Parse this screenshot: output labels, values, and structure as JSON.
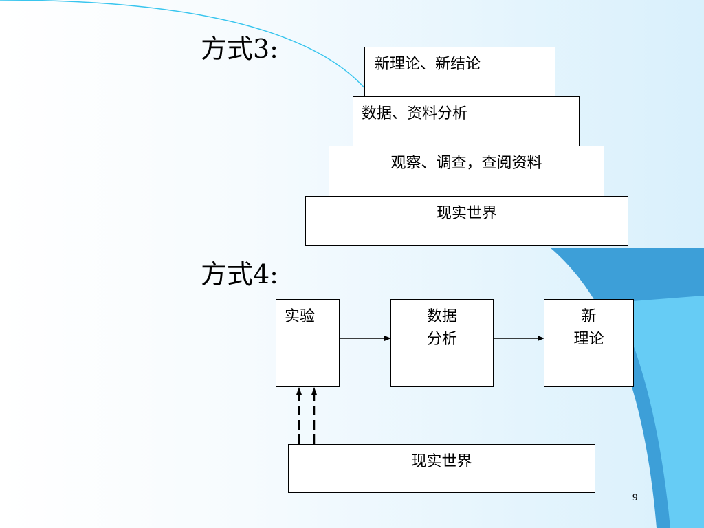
{
  "colors": {
    "background_light": "#ffffff",
    "background_tint": "#d9f0fc",
    "swoosh_mid": "#66ccf5",
    "swoosh_dark": "#3d9fd8",
    "swoosh_line": "#38c5ee",
    "box_border": "#000000"
  },
  "method3": {
    "heading": "方式3:",
    "layers": [
      "新理论、新结论",
      "数据、资料分析",
      "观察、调查，查阅资料",
      "现实世界"
    ]
  },
  "method4": {
    "heading": "方式4:",
    "experiment": "实验",
    "analysis": [
      "数据",
      "分析"
    ],
    "new_theory": [
      "新",
      "理论"
    ],
    "real_world": "现实世界"
  },
  "page_number": "9"
}
